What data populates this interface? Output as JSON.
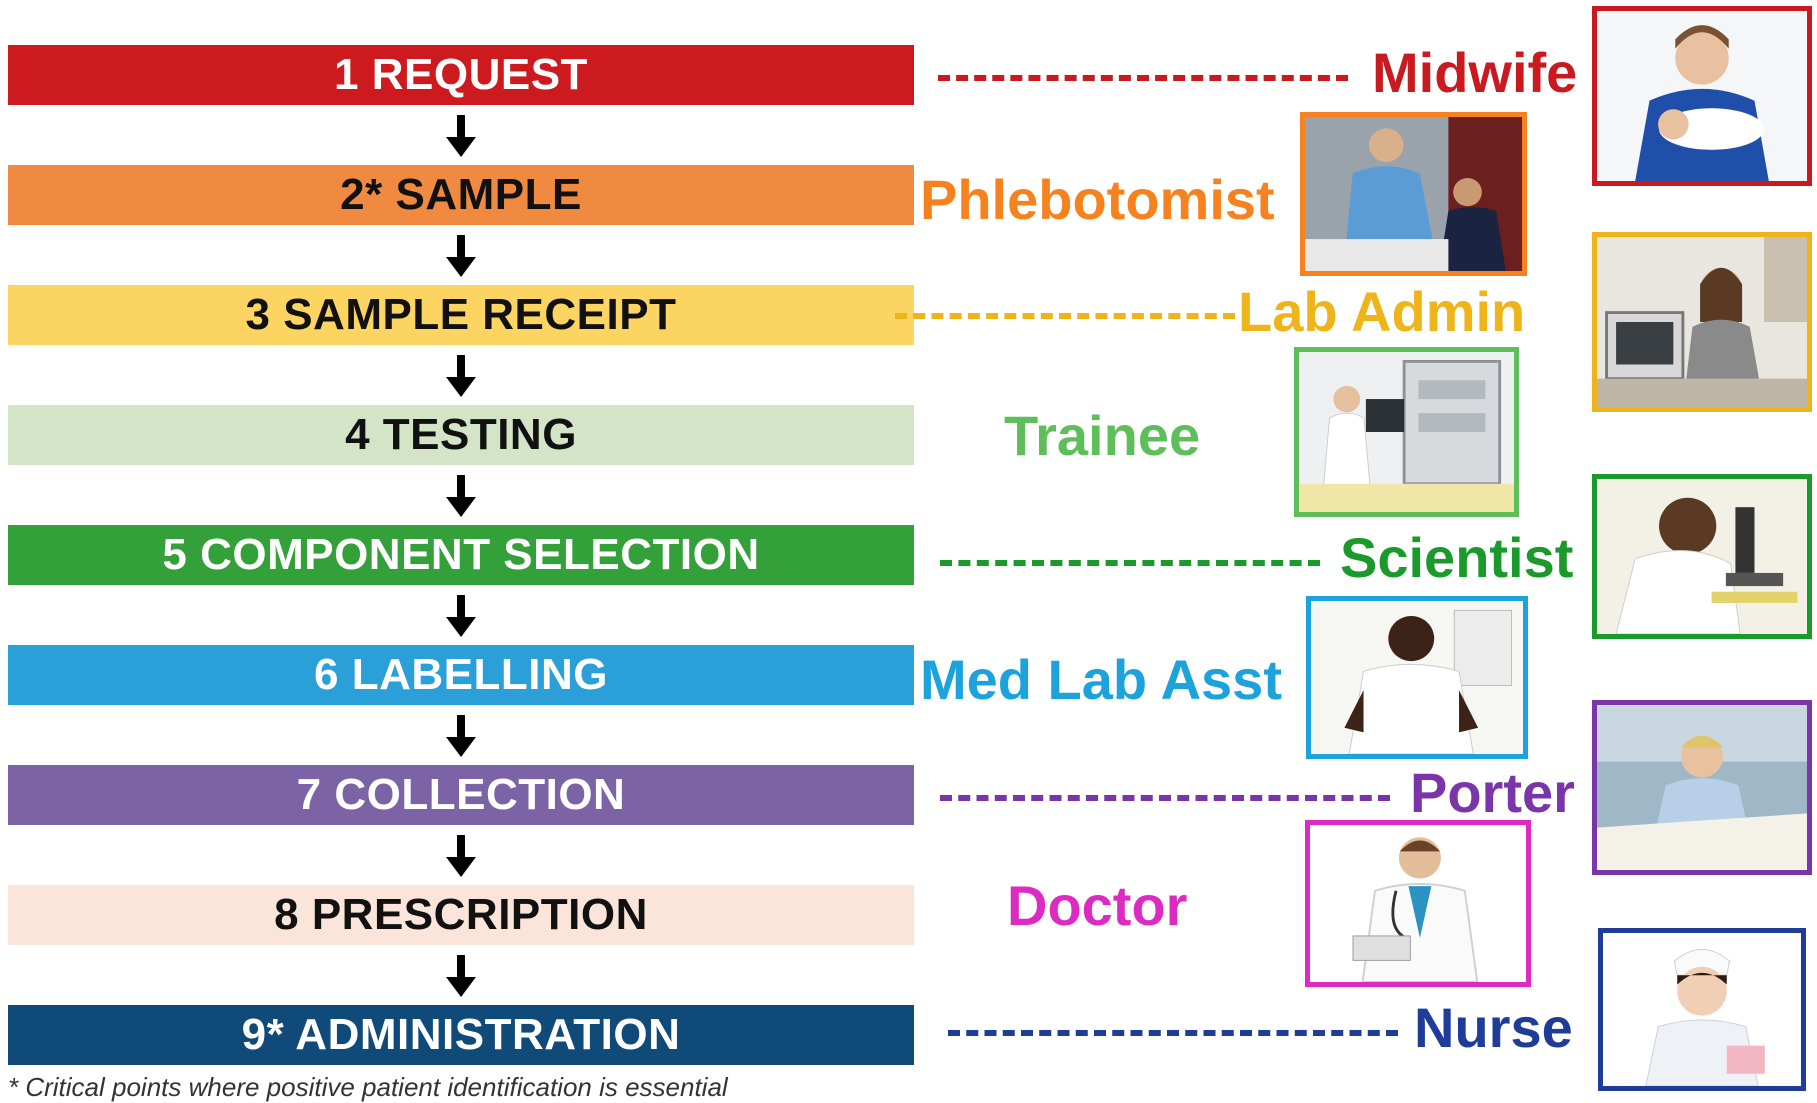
{
  "steps": [
    {
      "label": "1 REQUEST",
      "bg": "#cc1a1f",
      "fg": "#ffffff"
    },
    {
      "label": "2* SAMPLE",
      "bg": "#f08a40",
      "fg": "#111111"
    },
    {
      "label": "3 SAMPLE RECEIPT",
      "bg": "#fbd462",
      "fg": "#111111"
    },
    {
      "label": "4 TESTING",
      "bg": "#d4e4c6",
      "fg": "#111111"
    },
    {
      "label": "5 COMPONENT SELECTION",
      "bg": "#34a03a",
      "fg": "#ffffff"
    },
    {
      "label": "6 LABELLING",
      "bg": "#2b9fd8",
      "fg": "#ffffff"
    },
    {
      "label": "7 COLLECTION",
      "bg": "#7b63a6",
      "fg": "#ffffff"
    },
    {
      "label": "8 PRESCRIPTION",
      "bg": "#fbe5da",
      "fg": "#111111"
    },
    {
      "label": "9* ADMINISTRATION",
      "bg": "#0f4a78",
      "fg": "#ffffff"
    }
  ],
  "roles": [
    {
      "label": "Midwife",
      "color": "#c81a1f"
    },
    {
      "label": "Phlebotomist",
      "color": "#f5821f"
    },
    {
      "label": "Lab Admin",
      "color": "#eeb41a"
    },
    {
      "label": "Trainee",
      "color": "#5dbe5a"
    },
    {
      "label": "Scientist",
      "color": "#1a9a2a"
    },
    {
      "label": "Med Lab Asst",
      "color": "#1ca3dc"
    },
    {
      "label": "Porter",
      "color": "#7a36a8"
    },
    {
      "label": "Doctor",
      "color": "#dd2bc2"
    },
    {
      "label": "Nurse",
      "color": "#1f3c98"
    }
  ],
  "photos": [
    {
      "name": "midwife-photo",
      "border": "#c81a1f",
      "scene": "person in blue scrubs holding a baby"
    },
    {
      "name": "phlebotomist-photo",
      "border": "#f5821f",
      "scene": "clinician drawing blood from a patient"
    },
    {
      "name": "lab-admin-photo",
      "border": "#eeb41a",
      "scene": "woman at a computer desk"
    },
    {
      "name": "trainee-photo",
      "border": "#5dbe5a",
      "scene": "person in lab coat at analyzers"
    },
    {
      "name": "scientist-photo",
      "border": "#1a9a2a",
      "scene": "man at a microscope"
    },
    {
      "name": "med-lab-asst-photo",
      "border": "#1ca3dc",
      "scene": "smiling man in white coat"
    },
    {
      "name": "porter-photo",
      "border": "#7a36a8",
      "scene": "woman pushing a hospital bed"
    },
    {
      "name": "doctor-photo",
      "border": "#dd2bc2",
      "scene": "doctor with stethoscope and clipboard"
    },
    {
      "name": "nurse-photo",
      "border": "#1f3c98",
      "scene": "nurse in white uniform with cap"
    }
  ],
  "footnote": "* Critical points where positive patient identification is essential"
}
